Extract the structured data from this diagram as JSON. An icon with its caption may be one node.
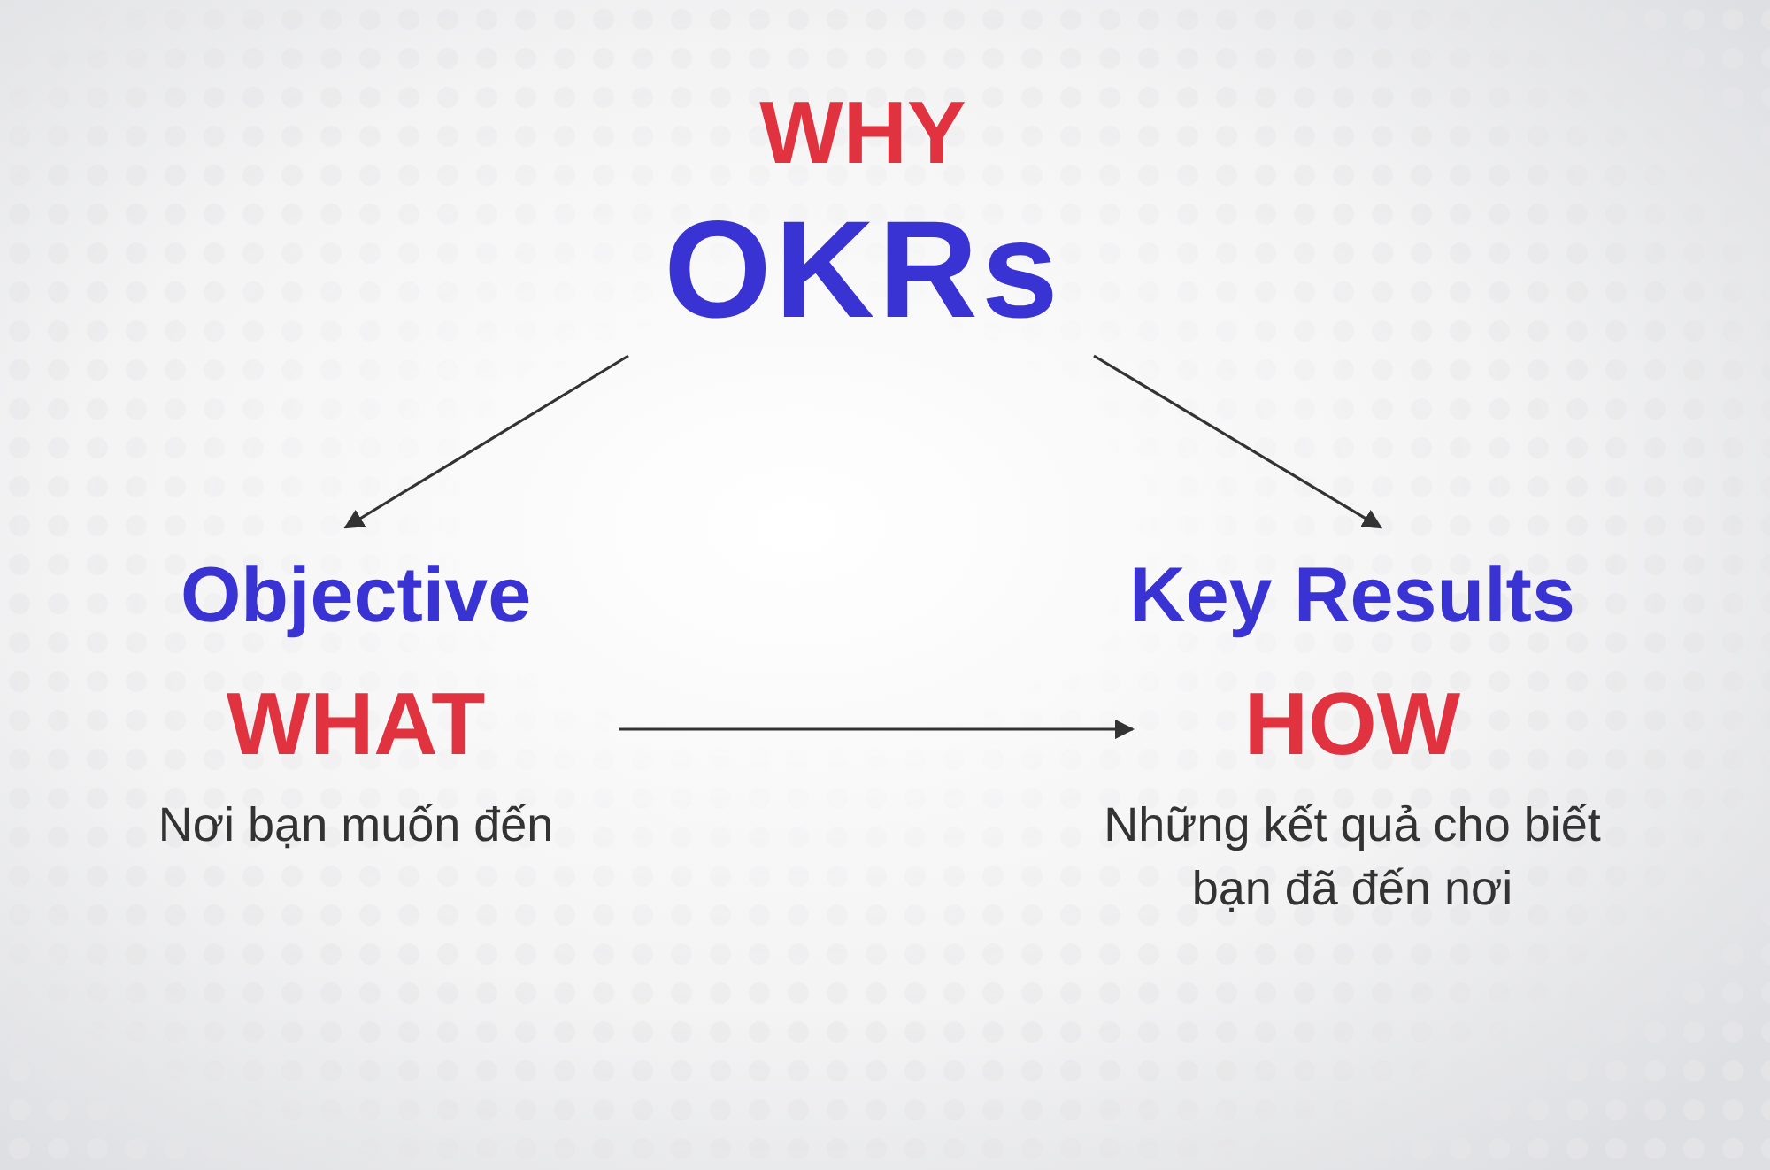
{
  "diagram": {
    "nodes": [
      {
        "text": [
          "WHY",
          "OKRs"
        ]
      },
      {
        "text": [
          "Objective",
          "WHAT",
          "Nơi bạn muốn đến"
        ]
      },
      {
        "text": [
          "Key Results",
          "HOW",
          "Những kết quả cho biết bạn đã đến nơi"
        ]
      }
    ],
    "edges": [
      {
        "from": 0,
        "to": 1,
        "arrow": "to"
      },
      {
        "from": 0,
        "to": 2,
        "arrow": "to"
      },
      {
        "from": 1,
        "to": 2,
        "arrow": "to"
      }
    ]
  }
}
